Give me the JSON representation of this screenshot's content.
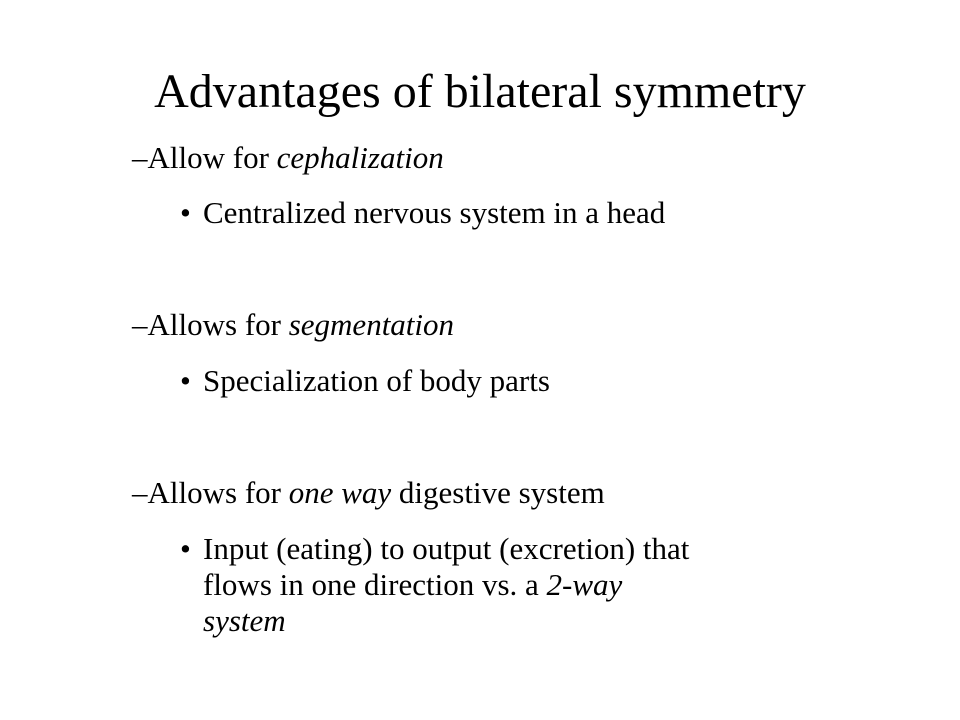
{
  "slide": {
    "title": "Advantages of bilateral symmetry",
    "points": [
      {
        "dash": "–",
        "parts": [
          {
            "text": "Allow for "
          },
          {
            "text": "cephalization",
            "italic": true
          }
        ],
        "sub": {
          "bullet": "•",
          "lines": [
            [
              {
                "text": "Centralized nervous system in a head"
              }
            ]
          ]
        }
      },
      {
        "dash": "–",
        "parts": [
          {
            "text": "Allows for "
          },
          {
            "text": "segmentation",
            "italic": true
          }
        ],
        "sub": {
          "bullet": "•",
          "lines": [
            [
              {
                "text": "Specialization of body parts"
              }
            ]
          ]
        }
      },
      {
        "dash": "–",
        "parts": [
          {
            "text": "Allows for "
          },
          {
            "text": "one way",
            "italic": true
          },
          {
            "text": " digestive system"
          }
        ],
        "sub": {
          "bullet": "•",
          "lines": [
            [
              {
                "text": "Input (eating) to output (excretion) that"
              }
            ],
            [
              {
                "text": "flows in one direction vs. a "
              },
              {
                "text": "2-way",
                "italic": true
              }
            ],
            [
              {
                "text": "system",
                "italic": true
              }
            ]
          ]
        }
      }
    ]
  }
}
